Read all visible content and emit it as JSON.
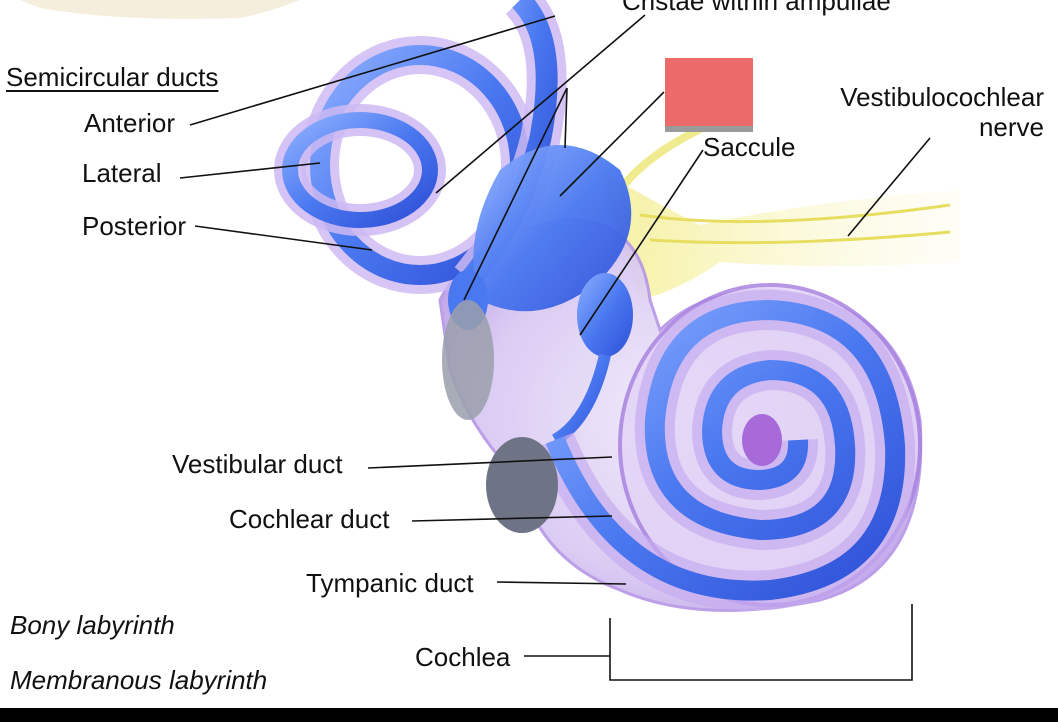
{
  "labels": {
    "title_partial": "Cristae within ampullae",
    "semicircular_ducts": "Semicircular ducts",
    "anterior": "Anterior",
    "lateral": "Lateral",
    "posterior": "Posterior",
    "saccule": "Saccule",
    "vestibulocochlear_line1": "Vestibulocochlear",
    "vestibulocochlear_line2": "nerve",
    "vestibular_duct": "Vestibular duct",
    "cochlear_duct": "Cochlear duct",
    "tympanic_duct": "Tympanic duct",
    "cochlea": "Cochlea"
  },
  "legend": {
    "bony": "Bony labyrinth",
    "membranous": "Membranous labyrinth"
  },
  "colors": {
    "membranous_blue": "#4a78f0",
    "bony_lilac": "#d7c6f2",
    "nerve_yellow": "#f3ee8a",
    "redacted_box": "#ec6a6a",
    "leader_line": "#111111"
  }
}
